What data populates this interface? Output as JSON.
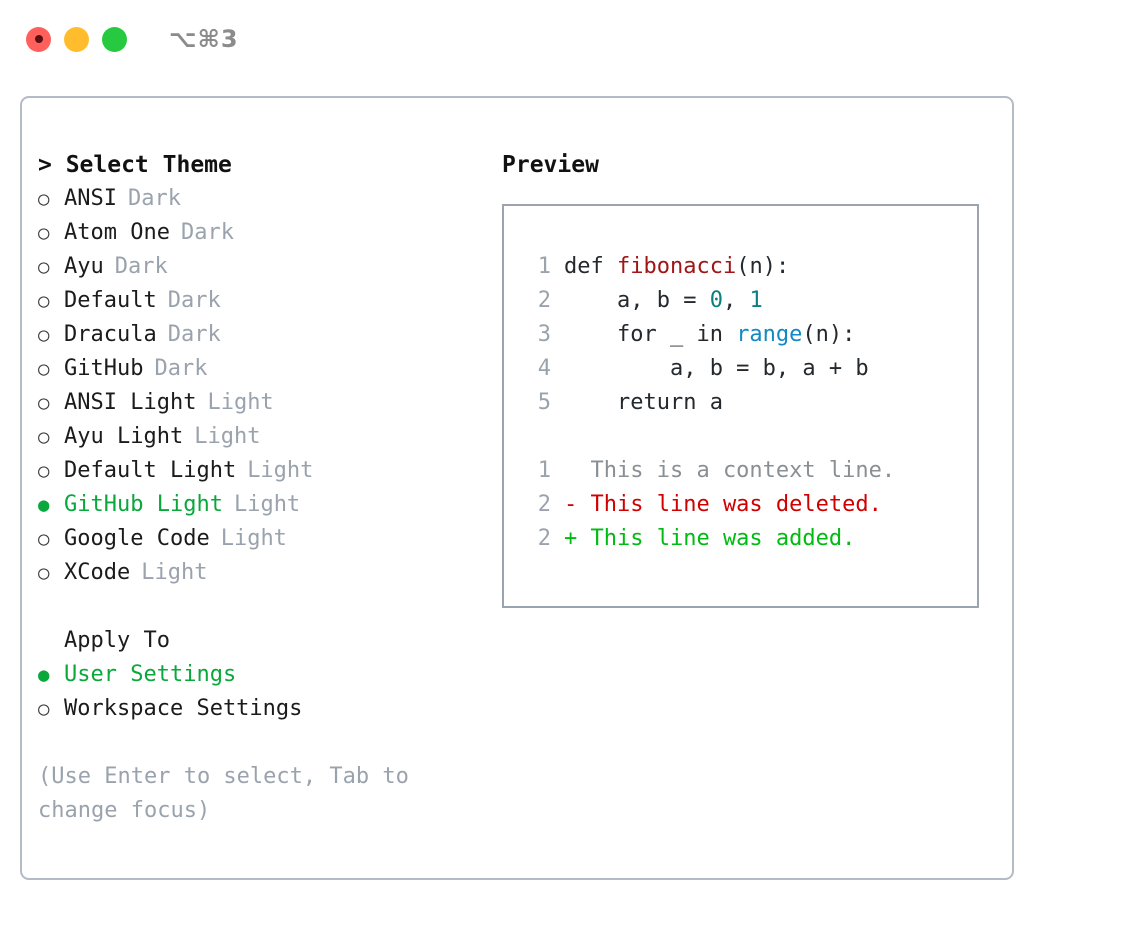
{
  "titlebar": {
    "lights": [
      {
        "name": "close-button",
        "color": "#ff605c"
      },
      {
        "name": "minimize-button",
        "color": "#ffbd2e"
      },
      {
        "name": "maximize-button",
        "color": "#26c940"
      }
    ],
    "shortcut": "⌥⌘3"
  },
  "theme_picker": {
    "header": "> Select Theme",
    "items": [
      {
        "bullet": "○",
        "label": "ANSI",
        "category": "Dark",
        "selected": false
      },
      {
        "bullet": "○",
        "label": "Atom One",
        "category": "Dark",
        "selected": false
      },
      {
        "bullet": "○",
        "label": "Ayu",
        "category": "Dark",
        "selected": false
      },
      {
        "bullet": "○",
        "label": "Default",
        "category": "Dark",
        "selected": false
      },
      {
        "bullet": "○",
        "label": "Dracula",
        "category": "Dark",
        "selected": false
      },
      {
        "bullet": "○",
        "label": "GitHub",
        "category": "Dark",
        "selected": false
      },
      {
        "bullet": "○",
        "label": "ANSI Light",
        "category": "Light",
        "selected": false
      },
      {
        "bullet": "○",
        "label": "Ayu Light",
        "category": "Light",
        "selected": false
      },
      {
        "bullet": "○",
        "label": "Default Light",
        "category": "Light",
        "selected": false
      },
      {
        "bullet": "●",
        "label": "GitHub Light",
        "category": "Light",
        "selected": true
      },
      {
        "bullet": "○",
        "label": "Google Code",
        "category": "Light",
        "selected": false
      },
      {
        "bullet": "○",
        "label": "XCode",
        "category": "Light",
        "selected": false
      }
    ]
  },
  "apply_to": {
    "header": "Apply To",
    "items": [
      {
        "bullet": "●",
        "label": "User Settings",
        "selected": true
      },
      {
        "bullet": "○",
        "label": "Workspace Settings",
        "selected": false
      }
    ]
  },
  "hint": "(Use Enter to select, Tab to change focus)",
  "preview": {
    "title": "Preview",
    "code_lines": [
      {
        "num": "1",
        "tokens": [
          {
            "t": "def ",
            "c": "plain"
          },
          {
            "t": "fibonacci",
            "c": "fn"
          },
          {
            "t": "(n):",
            "c": "plain"
          }
        ]
      },
      {
        "num": "2",
        "tokens": [
          {
            "t": "    a, b = ",
            "c": "plain"
          },
          {
            "t": "0",
            "c": "num"
          },
          {
            "t": ", ",
            "c": "plain"
          },
          {
            "t": "1",
            "c": "num"
          }
        ]
      },
      {
        "num": "3",
        "tokens": [
          {
            "t": "    for _ in ",
            "c": "plain"
          },
          {
            "t": "range",
            "c": "bi"
          },
          {
            "t": "(n):",
            "c": "plain"
          }
        ]
      },
      {
        "num": "4",
        "tokens": [
          {
            "t": "        a, b = b, a + b",
            "c": "plain"
          }
        ]
      },
      {
        "num": "5",
        "tokens": [
          {
            "t": "    return a",
            "c": "plain"
          }
        ]
      },
      {
        "num": "",
        "tokens": [
          {
            "t": "",
            "c": "plain"
          }
        ]
      },
      {
        "num": "1",
        "tokens": [
          {
            "t": "  This is a context line.",
            "c": "ctx"
          }
        ]
      },
      {
        "num": "2",
        "tokens": [
          {
            "t": "- This line was deleted.",
            "c": "del"
          }
        ]
      },
      {
        "num": "2",
        "tokens": [
          {
            "t": "+ This line was added.",
            "c": "add"
          }
        ]
      }
    ]
  },
  "colors": {
    "accent_green": "#0aa83c",
    "muted_gray": "#9aa3ad",
    "code_function": "#a01515",
    "code_number": "#0b8080",
    "code_builtin": "#1189c4",
    "diff_deleted": "#cf0000",
    "diff_added": "#00bb11",
    "border": "#b3bcc6",
    "preview_border": "#9aa5b1"
  }
}
